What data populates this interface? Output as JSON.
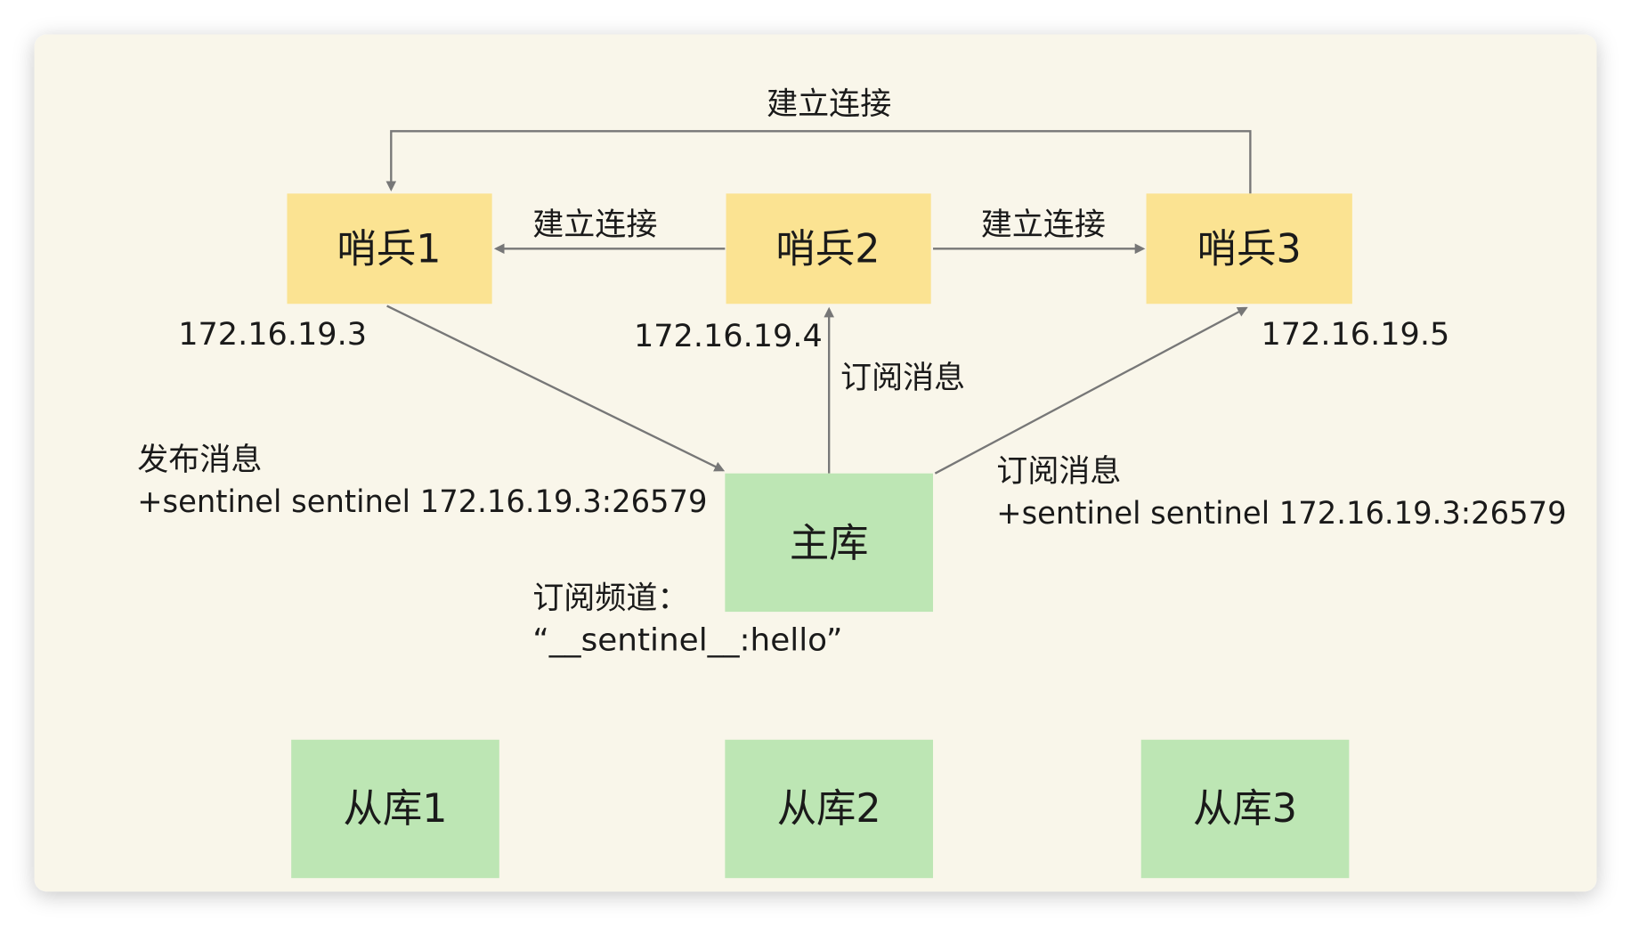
{
  "colors": {
    "sentinel": "#fbe392",
    "master": "#bde6b4",
    "slave": "#bde6b4",
    "card": "#f9f6ea",
    "line": "#777777"
  },
  "sentinels": [
    {
      "label": "哨兵1",
      "ip": "172.16.19.3"
    },
    {
      "label": "哨兵2",
      "ip": "172.16.19.4"
    },
    {
      "label": "哨兵3",
      "ip": "172.16.19.5"
    }
  ],
  "master": {
    "label": "主库"
  },
  "slaves": [
    {
      "label": "从库1"
    },
    {
      "label": "从库2"
    },
    {
      "label": "从库3"
    }
  ],
  "edges": {
    "top_connect": "建立连接",
    "s2_to_s1": "建立连接",
    "s2_to_s3": "建立连接",
    "subscribe_center": "订阅消息"
  },
  "publish": {
    "title": "发布消息",
    "message": "+sentinel sentinel 172.16.19.3:26579"
  },
  "subscribe_right": {
    "title": "订阅消息",
    "message": "+sentinel sentinel 172.16.19.3:26579"
  },
  "channel": {
    "title": "订阅频道：",
    "name": "“__sentinel__:hello”"
  }
}
